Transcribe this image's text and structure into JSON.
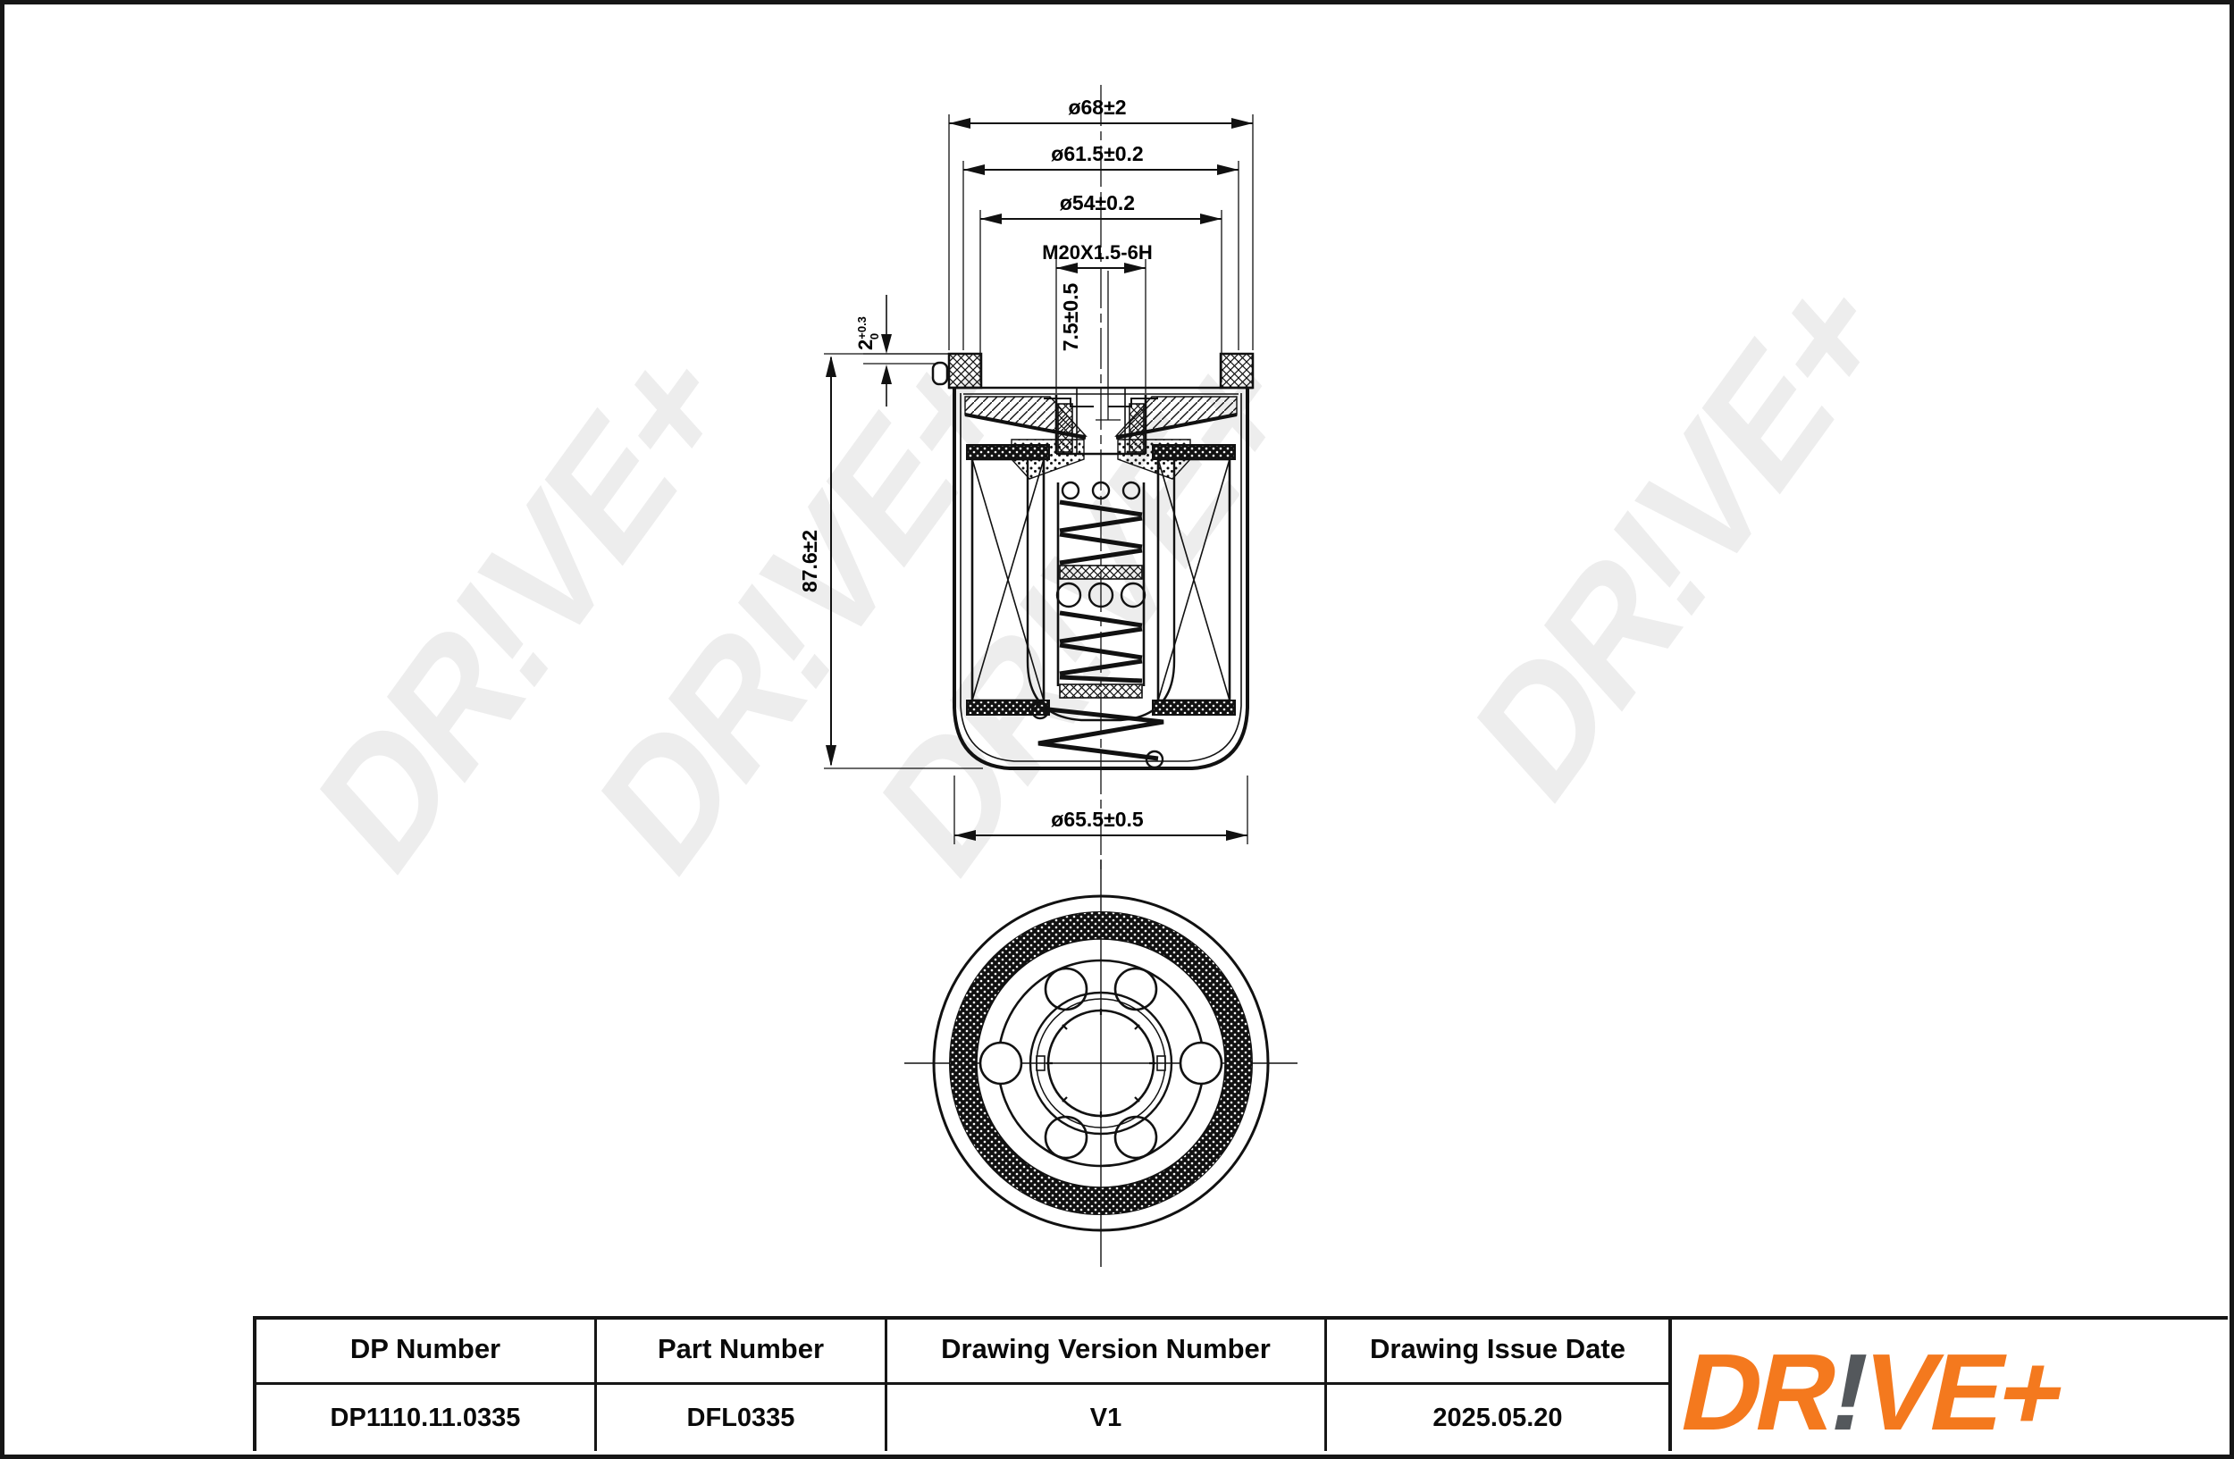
{
  "document": {
    "kind": "technical-drawing",
    "subject": "spin-on oil filter, sectional front view and bottom view"
  },
  "watermark": {
    "text": "DR!VE+",
    "color": "#ededed"
  },
  "drawing": {
    "dimensions": {
      "outer_diameter": {
        "label": "ø68±2"
      },
      "cap_diameter": {
        "label": "ø61.5±0.2"
      },
      "step_diameter": {
        "label": "ø54±0.2"
      },
      "thread": {
        "label": "M20X1.5-6H"
      },
      "thread_depth": {
        "label": "7.5±0.5"
      },
      "gasket_height": {
        "value": "2",
        "tol_upper": "+0.3",
        "tol_lower": "0"
      },
      "body_height": {
        "label": "87.6±2"
      },
      "shell_diameter": {
        "label": "ø65.5±0.5"
      }
    }
  },
  "title_block": {
    "columns": [
      {
        "header": "DP Number",
        "value": "DP1110.11.0335"
      },
      {
        "header": "Part Number",
        "value": "DFL0335"
      },
      {
        "header": "Drawing Version Number",
        "value": "V1"
      },
      {
        "header": "Drawing Issue Date",
        "value": "2025.05.20"
      }
    ]
  },
  "logo": {
    "text": "DR!VE+",
    "part1": "DR",
    "bang": "!",
    "part2": "VE+",
    "orange": "#F4791E",
    "gray": "#54585C"
  }
}
